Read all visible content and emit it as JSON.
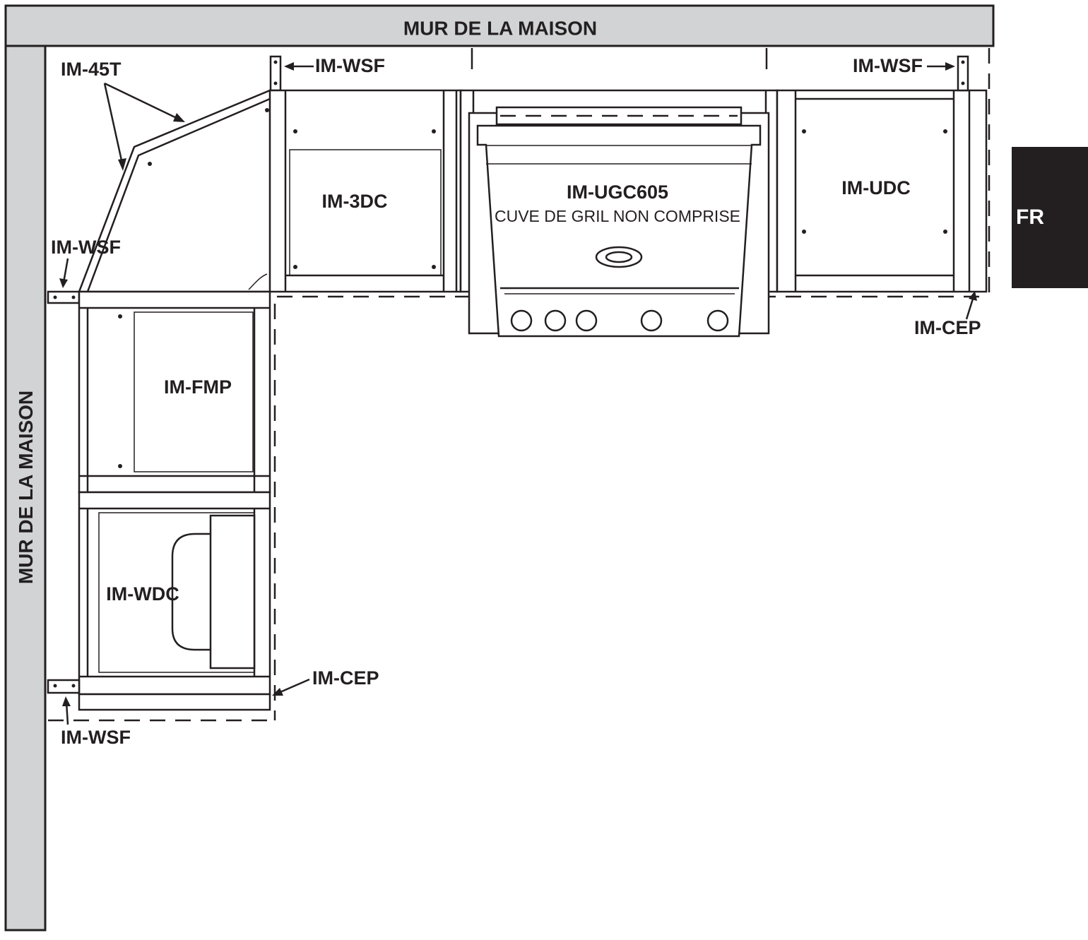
{
  "walls": {
    "top": "MUR DE LA MAISON",
    "left": "MUR DE LA MAISON"
  },
  "language_tab": "FR",
  "modules": {
    "corner": "IM-45T",
    "drawer_3": "IM-3DC",
    "grill": "IM-UGC605",
    "grill_note": "CUVE DE GRIL NON COMPRISE",
    "double_door": "IM-UDC",
    "fridge": "IM-FMP",
    "waste_drawer": "IM-WDC"
  },
  "callouts": {
    "wsf_top_left": "IM-WSF",
    "wsf_top_right": "IM-WSF",
    "wsf_left": "IM-WSF",
    "wsf_bottom": "IM-WSF",
    "cep_right": "IM-CEP",
    "cep_bottom": "IM-CEP"
  },
  "colors": {
    "wall_fill": "#d1d3d4",
    "line": "#231f20",
    "tab_fill": "#231f20"
  }
}
